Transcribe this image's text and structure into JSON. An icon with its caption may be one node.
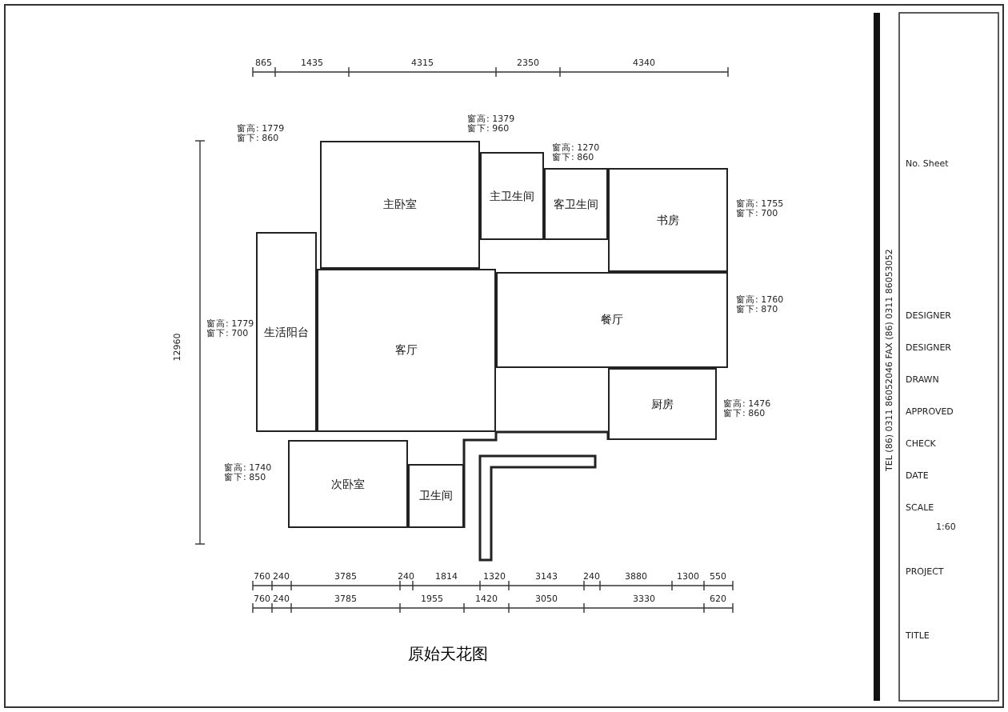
{
  "diagram": {
    "title": "原始天花图",
    "nodes": [
      {
        "text": [
          "主卧室"
        ]
      },
      {
        "text": [
          "主卫生间"
        ]
      },
      {
        "text": [
          "客卫生间"
        ]
      },
      {
        "text": [
          "书房"
        ]
      },
      {
        "text": [
          "生活阳台"
        ]
      },
      {
        "text": [
          "客厅"
        ]
      },
      {
        "text": [
          "餐厅"
        ]
      },
      {
        "text": [
          "厨房"
        ]
      },
      {
        "text": [
          "次卧室"
        ]
      },
      {
        "text": [
          "卫生间"
        ]
      }
    ],
    "labels": [
      "窗高: 1379 窗下: 960",
      "窗高: 1779 窗下: 860",
      "窗高: 1270 窗下: 860",
      "窗高: 1755 窗下: 700",
      "窗高: 1779 窗下: 700",
      "窗高: 1760 窗下: 870",
      "窗高: 1476 窗下: 860",
      "窗高: 1740 窗下: 850",
      "865",
      "1435",
      "4315",
      "2350",
      "4340",
      "12960",
      "760",
      "240",
      "3785",
      "240",
      "1814",
      "1320",
      "3143",
      "240",
      "3880",
      "1300",
      "550",
      "760",
      "240",
      "3785",
      "1955",
      "1420",
      "3050",
      "3330",
      "620",
      "TEL (86) 0311 86052046 FAX (86) 0311 86053052",
      "No. Sheet",
      "DESIGNER",
      "DESIGNER",
      "DRAWN",
      "APPROVED",
      "CHECK",
      "DATE",
      "SCALE",
      "1:60",
      "PROJECT",
      "TITLE"
    ]
  }
}
